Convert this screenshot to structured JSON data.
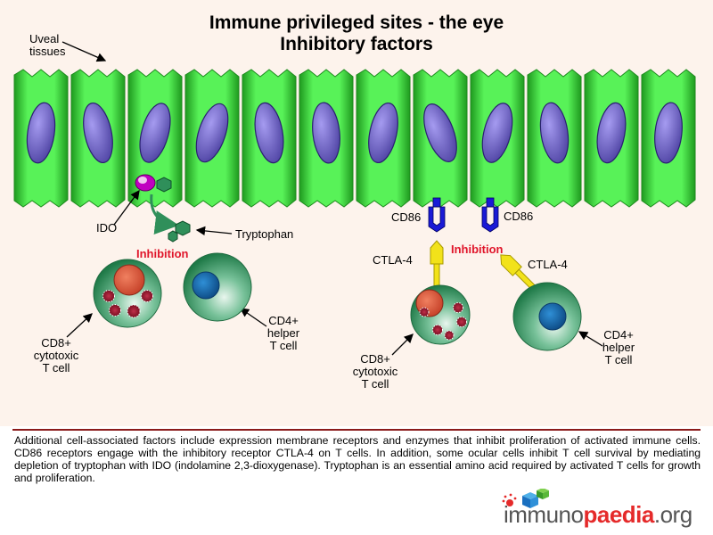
{
  "title_line1": "Immune privileged sites - the eye",
  "title_line2": "Inhibitory factors",
  "labels": {
    "uveal_line1": "Uveal",
    "uveal_line2": "tissues",
    "ido": "IDO",
    "tryptophan": "Tryptophan",
    "inhibition_left": "Inhibition",
    "inhibition_right": "Inhibition",
    "cd86_left": "CD86",
    "cd86_right": "CD86",
    "ctla4_left": "CTLA-4",
    "ctla4_right": "CTLA-4",
    "cd8_left": [
      "CD8+",
      "cytotoxic",
      "T cell"
    ],
    "cd4_left": [
      "CD4+",
      "helper",
      "T cell"
    ],
    "cd8_right": [
      "CD8+",
      "cytotoxic",
      "T cell"
    ],
    "cd4_right": [
      "CD4+",
      "helper",
      "T cell"
    ]
  },
  "caption": "Additional cell-associated factors include expression membrane receptors and enzymes that inhibit proliferation of activated immune cells. CD86 receptors engage with the inhibitory receptor CTLA-4 on T cells. In addition, some ocular cells inhibit T cell survival by mediating depletion of tryptophan with IDO (indolamine 2,3-dioxygenase). Tryptophan is an essential amino acid required by activated T cells for growth and proliferation.",
  "logo": {
    "part1": "immuno",
    "part2": "paedia",
    "part3": ".org"
  },
  "colors": {
    "background_tint": "#fdf3ec",
    "cell_green": "#3ee63e",
    "cell_green_dark": "#1d9e1d",
    "nucleus": "#7a6fd0",
    "tcell_green": "#2f8f5a",
    "cd8_nucleus": "#e25a3e",
    "cd4_nucleus": "#1a6fb0",
    "granule": "#a0172d",
    "cd86_blue": "#1a1ad6",
    "ctla4_yellow": "#f2e21a",
    "inhibition_red": "#e0162b",
    "rule": "#8b1a1a"
  }
}
